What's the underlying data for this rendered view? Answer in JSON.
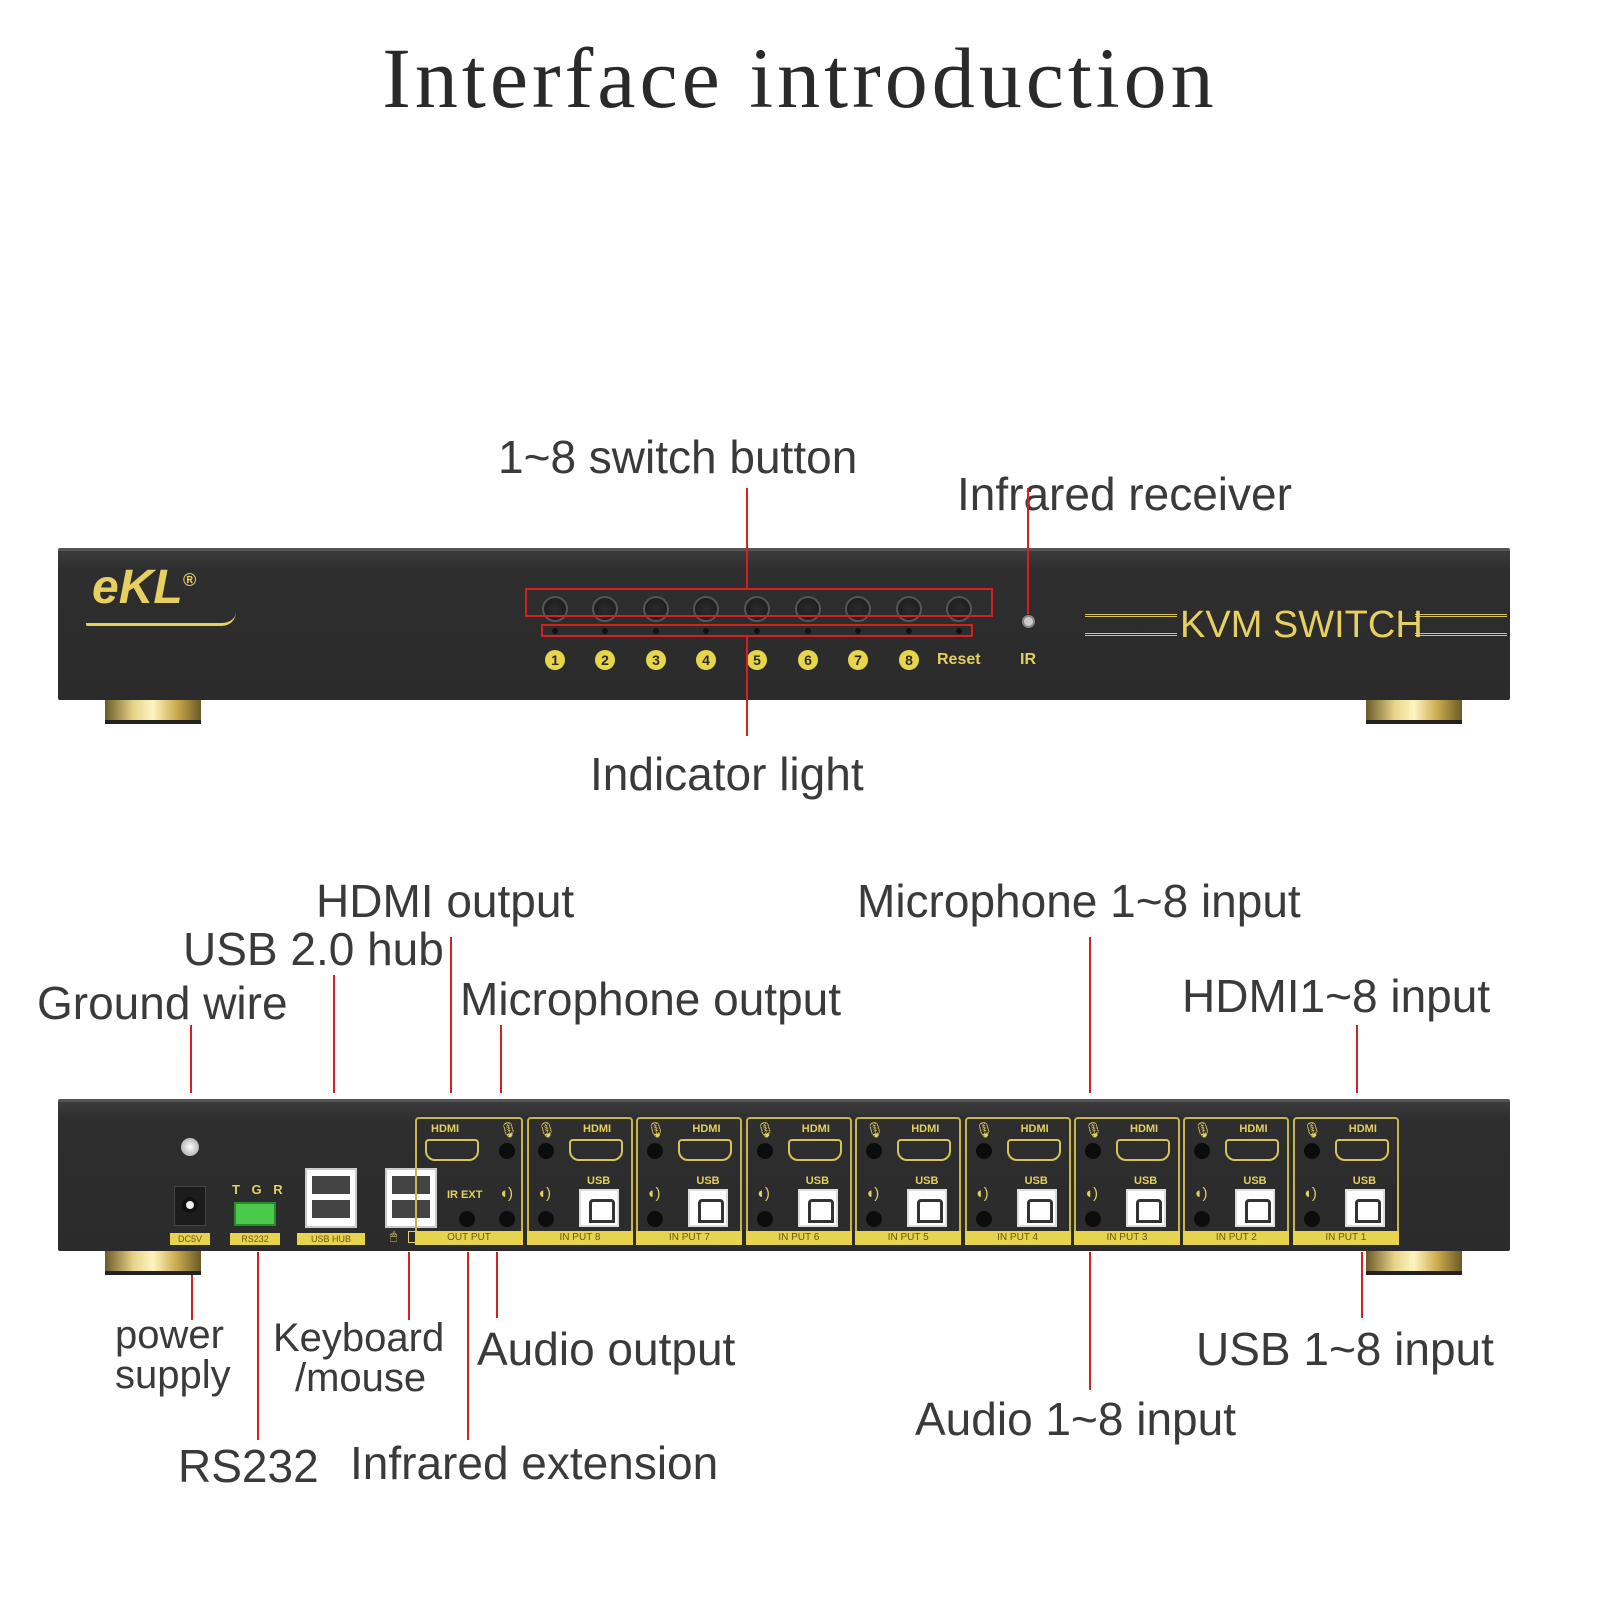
{
  "title": "Interface introduction",
  "front": {
    "logo": "eKL",
    "logo_mark": "®",
    "brand_text": "KVM SWITCH",
    "button_numbers": [
      "1",
      "2",
      "3",
      "4",
      "5",
      "6",
      "7",
      "8"
    ],
    "reset_label": "Reset",
    "ir_label": "IR",
    "callouts": {
      "switch_button": "1~8 switch button",
      "infrared_receiver": "Infrared receiver",
      "indicator_light": "Indicator light"
    }
  },
  "rear": {
    "port_tags": {
      "dc": "DC5V",
      "rs232": "RS232",
      "usb_hub": "USB HUB",
      "output": "OUT PUT"
    },
    "rs232_pins": "T G R",
    "ir_ext": "IR EXT",
    "hdmi": "HDMI",
    "usb": "USB",
    "inputs": [
      "IN PUT 8",
      "IN PUT 7",
      "IN PUT 6",
      "IN PUT 5",
      "IN PUT 4",
      "IN PUT 3",
      "IN PUT 2",
      "IN PUT 1"
    ],
    "callouts": {
      "hdmi_output": "HDMI output",
      "usb_hub": "USB 2.0 hub",
      "ground_wire": "Ground wire",
      "mic_output": "Microphone output",
      "mic_input": "Microphone 1~8 input",
      "hdmi_input": "HDMI1~8 input",
      "power_1": "power",
      "power_2": "supply",
      "keyboard_1": "Keyboard",
      "keyboard_2": "/mouse",
      "audio_output": "Audio output",
      "usb_input": "USB 1~8 input",
      "audio_input": "Audio 1~8 input",
      "rs232": "RS232",
      "infrared_ext": "Infrared extension"
    }
  },
  "colors": {
    "accent_line": "#d42020",
    "gold": "#e3d060",
    "panel": "#2d2d2d"
  }
}
